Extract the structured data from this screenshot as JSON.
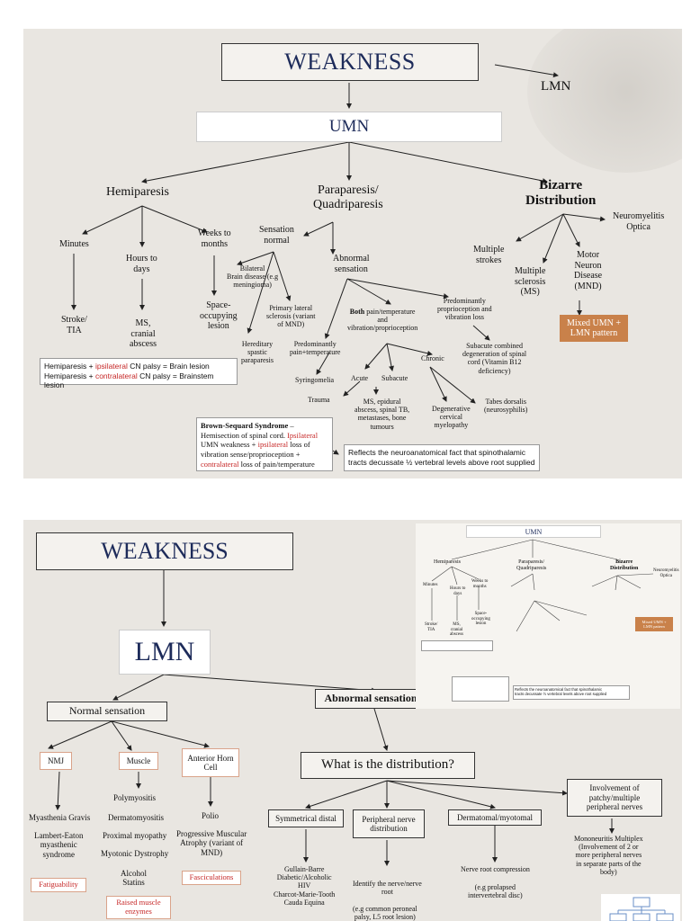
{
  "slide1": {
    "title": "WEAKNESS",
    "lmn": "LMN",
    "umn": "UMN",
    "hemiparesis": "Hemiparesis",
    "paraparesis": "Paraparesis/\nQuadriparesis",
    "bizarre": "Bizarre\nDistribution",
    "minutes": "Minutes",
    "hours": "Hours to\ndays",
    "weeks": "Weeks to\nmonths",
    "stroke": "Stroke/\nTIA",
    "ms_cranial": "MS,\ncranial\nabscess",
    "space": "Space-\noccupying\nlesion",
    "sensation_normal": "Sensation\nnormal",
    "abnormal_sensation": "Abnormal\nsensation",
    "bilateral": "Bilateral\nBrain disease (e.g\nmeningioma)",
    "primary_lateral": "Primary lateral\nsclerosis (variant\nof MND)",
    "hereditary": "Hereditary\nspastic\nparaparesis",
    "neuromyelitis": "Neuromyelitis\nOptica",
    "multiple_strokes": "Multiple\nstrokes",
    "multiple_sclerosis": "Multiple\nsclerosis\n(MS)",
    "mnd": "Motor\nNeuron\nDisease\n(MND)",
    "mixed": "Mixed UMN +\nLMN pattern",
    "both_bold": "Both",
    "both_rest": " pain/temperature\nand\nvibration/proprioception",
    "pred_propr": "Predominantly\nproprioception and\nvibration loss",
    "pred_pain": "Predominantly\npain+temperature",
    "subacute_comb": "Subacute combined\ndegeneration of spinal\ncord (Vitamin B12\ndeficiency)",
    "acute": "Acute",
    "subacute": "Subacute",
    "chronic": "Chronic",
    "syringomelia": "Syringomelia",
    "trauma": "Trauma",
    "ms_epidural": "MS, epidural\nabscess, spinal TB,\nmetastases, bone\ntumours",
    "degenerative": "Degenerative\ncervical\nmyelopathy",
    "tabes": "Tabes dorsalis\n(neurosyphilis)",
    "hemi_note1_a": "Hemiparesis + ",
    "hemi_note1_b": "ipsilateral",
    "hemi_note1_c": " CN palsy = Brain lesion",
    "hemi_note2_a": "Hemiparesis + ",
    "hemi_note2_b": "contralateral",
    "hemi_note2_c": " CN palsy = Brainstem lesion",
    "bs_title": "Brown-Sequard Syndrome",
    "bs_dash": " –",
    "bs_l2_a": "Hemisection of spinal cord. ",
    "bs_l2_b": "Ipsilateral",
    "bs_l3_a": "UMN weakness + ",
    "bs_l3_b": "ipsilateral",
    "bs_l3_c": " loss of",
    "bs_l4": "vibration sense/proprioception +",
    "bs_l5_a": "contralateral",
    "bs_l5_b": " loss of pain/temperature",
    "reflects": "Reflects the neuroanatomical fact that spinothalamic\ntracts decussate ½ vertebral levels above root supplied"
  },
  "slide2": {
    "title": "WEAKNESS",
    "lmn": "LMN",
    "normal_sensation": "Normal sensation",
    "abnormal_sensation": "Abnormal sensation",
    "nmj": "NMJ",
    "muscle": "Muscle",
    "anterior_horn": "Anterior Horn\nCell",
    "distribution": "What is the distribution?",
    "myasthenia": "Myasthenia Gravis",
    "lambert": "Lambert-Eaton\nmyasthenic\nsyndrome",
    "fatiguability": "Fatiguability",
    "polymyositis": "Polymyositis",
    "dermatomyositis": "Dermatomyositis",
    "proximal": "Proximal myopathy",
    "myotonic": "Myotonic Dystrophy",
    "alcohol": "Alcohol\nStatins",
    "raised": "Raised muscle\nenzymes",
    "polio": "Polio",
    "pma": "Progressive Muscular\nAtrophy (variant of\nMND)",
    "fasciculations": "Fasciculations",
    "symmetrical": "Symmetrical distal",
    "peripheral": "Peripheral nerve\ndistribution",
    "dermatomal": "Dermatomal/myotomal",
    "involvement": "Involvement of\npatchy/multiple\nperipheral nerves",
    "gb": "Gullain-Barre\nDiabetic/Alcoholic\nHIV\nCharcot-Marie-Tooth\nCauda Equina",
    "identify": "Identify the nerve/nerve\nroot",
    "peroneal": "(e.g common peroneal\npalsy, L5 root lesion)",
    "nerve_root": "Nerve root compression",
    "prolapsed": "(e.g prolapsed\nintervertebral disc)",
    "mononeuritis": "Mononeuritis Multiplex\n(Involvement of 2 or\nmore peripheral nerves\nin separate parts of the\nbody)"
  },
  "thumb": {
    "umn": "UMN",
    "hemiparesis": "Hemiparesis",
    "paraparesis": "Paraparesis/\nQuadriparesis",
    "bizarre": "Bizarre\nDistribution",
    "neuromyelitis": "Neuromyelitis\nOptica",
    "minutes": "Minutes",
    "hours": "Hours to\ndays",
    "weeks": "Weeks to\nmonths",
    "stroke": "Stroke/\nTIA",
    "ms": "MS,\ncranial\nabscess",
    "space": "Space-\noccupying\nlesion",
    "mixed": "Mixed UMN +\nLMN pattern",
    "reflects": "Reflects the neuroanatomical fact that spinothalamic\ntracts decussate ½ vertebral levels above root supplied"
  },
  "colors": {
    "navy": "#1d2b5a",
    "red": "#c62828",
    "orange": "#c9814a",
    "slide_bg": "#e9e6e1"
  }
}
